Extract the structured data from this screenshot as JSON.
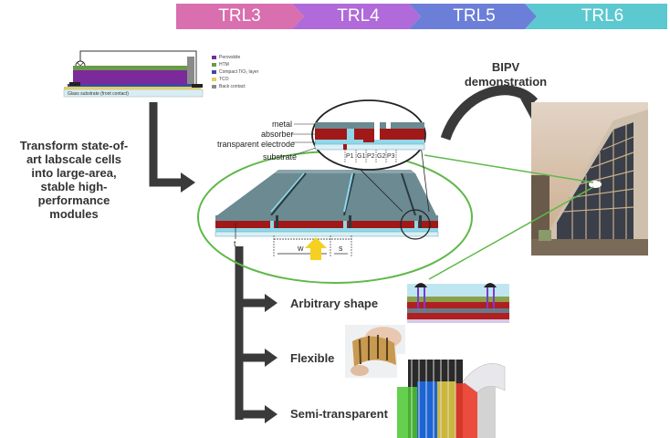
{
  "trl_steps": [
    {
      "label": "TRL3",
      "color": "#d96fae"
    },
    {
      "label": "TRL4",
      "color": "#b06ad9"
    },
    {
      "label": "TRL5",
      "color": "#6b7fd8"
    },
    {
      "label": "TRL6",
      "color": "#5cc8cf"
    }
  ],
  "lab_cell": {
    "substrate_label": "Glass substrate (front contact)",
    "legend": [
      {
        "label": "Perovskite",
        "color": "#7a2a9a"
      },
      {
        "label": "HTM",
        "color": "#6a9a4a"
      },
      {
        "label": "Compact TiO₂ layer",
        "color": "#3a4aa8"
      },
      {
        "label": "TCO",
        "color": "#e0d060"
      },
      {
        "label": "Back contact",
        "color": "#8a8a8a"
      }
    ]
  },
  "left_caption": [
    "Transform state-of-",
    "art labscale cells",
    "into large-area,",
    "stable high-",
    "performance",
    "modules"
  ],
  "bipv_label": [
    "BIPV",
    "demonstration"
  ],
  "layer_labels": {
    "metal": "metal",
    "absorber": "absorber",
    "electrode": "transparent electrode",
    "substrate": "substrate"
  },
  "scribe_labels": [
    "P1",
    "G1",
    "P2",
    "G2",
    "P3"
  ],
  "dimension_labels": {
    "w": "w",
    "s": "s",
    "t": "t"
  },
  "applications": [
    "Arbitrary shape",
    "Flexible",
    "Semi-transparent"
  ],
  "colors": {
    "absorber": "#a01818",
    "metal": "#5f7f87",
    "electrode": "#8fd8e8",
    "connector": "#3a3a3a",
    "ellipse": "#5fb84a"
  }
}
